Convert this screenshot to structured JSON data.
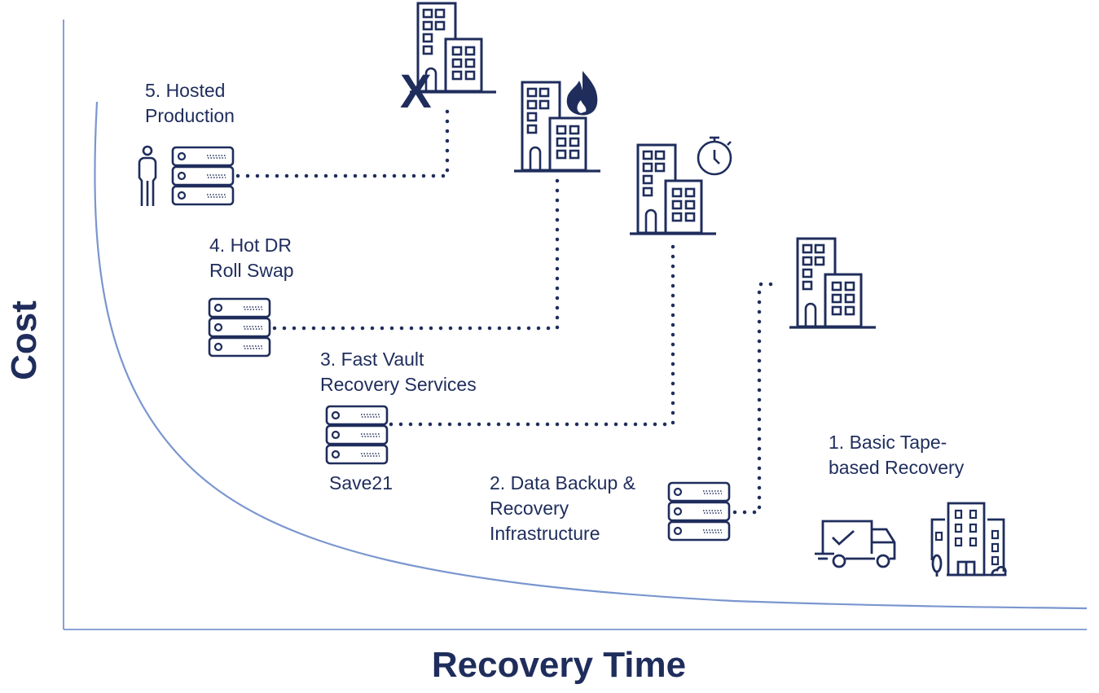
{
  "axes": {
    "x_title": "Recovery Time",
    "y_title": "Cost"
  },
  "colors": {
    "navy": "#1f2d5c",
    "curve": "#7a96cf",
    "axis": "#7a96cf"
  },
  "tiers": [
    {
      "id": 5,
      "label_lines": [
        "5. Hosted",
        "Production"
      ],
      "icons": [
        "person-icon",
        "server-rack-icon"
      ],
      "target_icon": "building-destroyed-icon"
    },
    {
      "id": 4,
      "label_lines": [
        "4. Hot DR",
        "Roll Swap"
      ],
      "icons": [
        "server-rack-icon"
      ],
      "target_icon": "building-fire-icon"
    },
    {
      "id": 3,
      "label_lines": [
        "3. Fast Vault",
        "Recovery Services"
      ],
      "icons": [
        "server-rack-icon"
      ],
      "sublabel": "Save21",
      "target_icon": "building-stopwatch-icon"
    },
    {
      "id": 2,
      "label_lines": [
        "2. Data Backup &",
        "Recovery",
        "Infrastructure"
      ],
      "icons": [
        "server-rack-icon"
      ],
      "target_icon": "building-icon"
    },
    {
      "id": 1,
      "label_lines": [
        "1. Basic Tape-",
        "based Recovery"
      ],
      "icons": [
        "delivery-truck-check-icon",
        "office-buildings-icon"
      ]
    }
  ],
  "chart_data": {
    "type": "line",
    "title": "",
    "xlabel": "Recovery Time",
    "ylabel": "Cost",
    "series": [
      {
        "name": "cost-vs-recovery-time",
        "shape": "inverse (hyperbolic) decay",
        "points_normalized": [
          [
            0.03,
            0.87
          ],
          [
            0.05,
            0.5
          ],
          [
            0.12,
            0.28
          ],
          [
            0.3,
            0.12
          ],
          [
            0.55,
            0.05
          ],
          [
            1.0,
            0.03
          ]
        ]
      }
    ],
    "grid": false,
    "tick_labels": []
  }
}
